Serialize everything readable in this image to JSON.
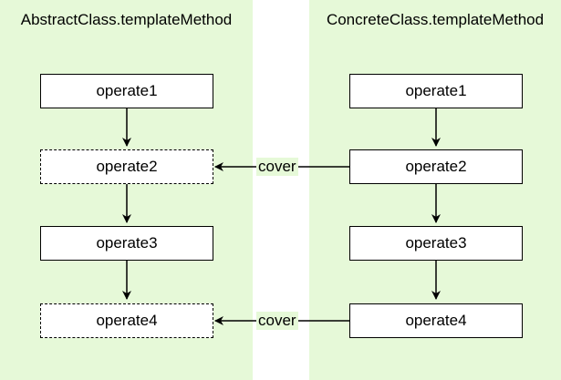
{
  "abstract_panel": {
    "title": "AbstractClass.templateMethod",
    "nodes": [
      {
        "label": "operate1",
        "style": "solid"
      },
      {
        "label": "operate2",
        "style": "dashed"
      },
      {
        "label": "operate3",
        "style": "solid"
      },
      {
        "label": "operate4",
        "style": "dashed"
      }
    ]
  },
  "concrete_panel": {
    "title": "ConcreteClass.templateMethod",
    "nodes": [
      {
        "label": "operate1",
        "style": "solid"
      },
      {
        "label": "operate2",
        "style": "solid"
      },
      {
        "label": "operate3",
        "style": "solid"
      },
      {
        "label": "operate4",
        "style": "solid"
      }
    ]
  },
  "edges": {
    "cover_label_1": "cover",
    "cover_label_2": "cover"
  },
  "colors": {
    "panel_background": "#e6f9d8",
    "node_background": "#ffffff",
    "stroke": "#000000"
  }
}
